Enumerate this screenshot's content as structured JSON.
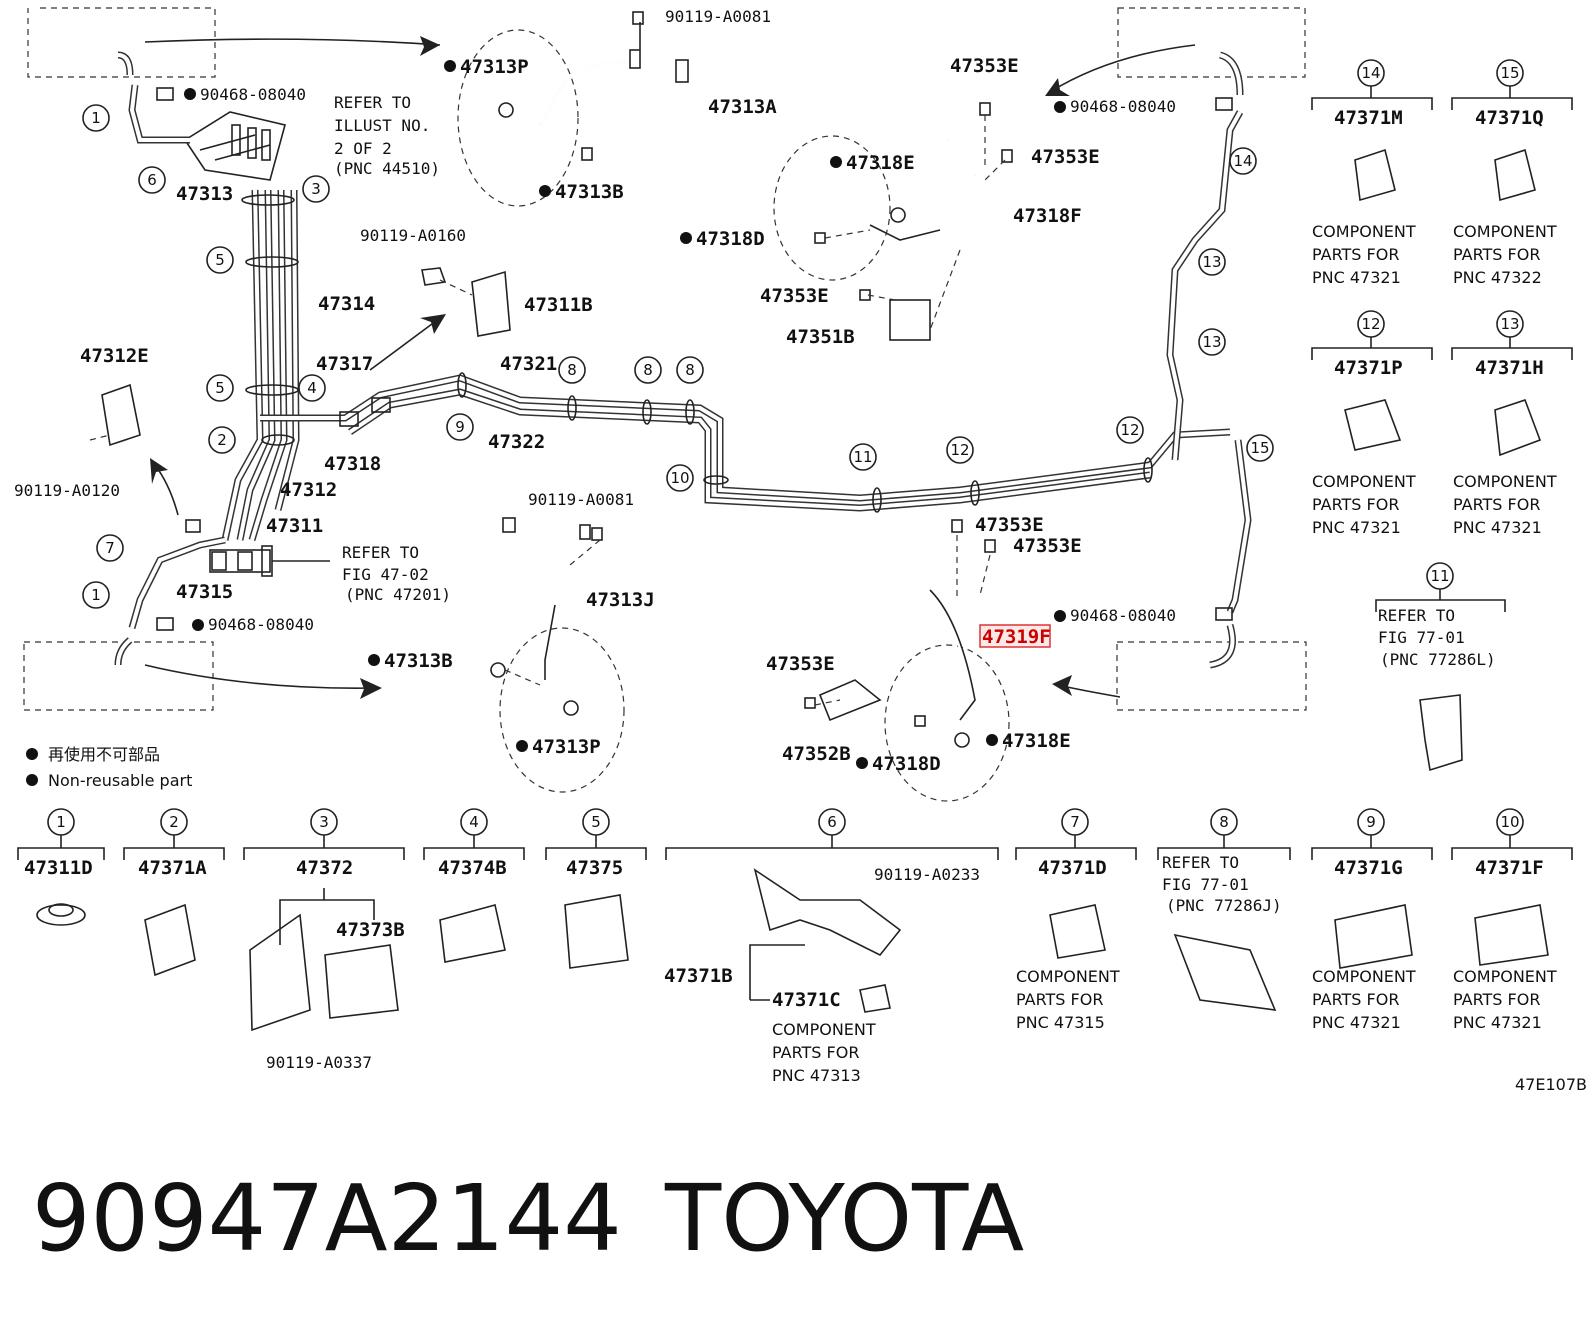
{
  "diagram": {
    "figure_code": "47E107B",
    "footer": {
      "part_number": "90947A2144",
      "brand": "TOYOTA"
    },
    "legend": {
      "jp": "再使用不可部品",
      "en": "Non-reusable part"
    },
    "labels": {
      "l90119A0081_top": "90119-A0081",
      "l47313P_top": "47313P",
      "l47313A": "47313A",
      "l47313B_top": "47313B",
      "l90468_tl": "90468-08040",
      "refer_44510_1": "REFER TO",
      "refer_44510_2": "ILLUST NO.",
      "refer_44510_3": "2 OF 2",
      "refer_44510_4": "(PNC 44510)",
      "l47313": "47313",
      "l90119A0160": "90119-A0160",
      "l47311B": "47311B",
      "l47314": "47314",
      "l47312E": "47312E",
      "l90119A0120": "90119-A0120",
      "l47317": "47317",
      "l47318": "47318",
      "l47312": "47312",
      "l47311": "47311",
      "l47315": "47315",
      "l47321": "47321",
      "l47322": "47322",
      "refer_47201_1": "REFER TO",
      "refer_47201_2": "FIG 47-02",
      "refer_47201_3": "(PNC 47201)",
      "l90468_bl": "90468-08040",
      "l47313B_bot": "47313B",
      "l47313P_bot": "47313P",
      "l90119A0081_mid": "90119-A0081",
      "l47313J": "47313J",
      "l47353E_top": "47353E",
      "l47353E_2": "47353E",
      "l47318E_top": "47318E",
      "l47318F": "47318F",
      "l47318D_top": "47318D",
      "l47353E_3": "47353E",
      "l47351B": "47351B",
      "l90468_tr": "90468-08040",
      "l47353E_4": "47353E",
      "l47353E_5": "47353E",
      "l47319F": "47319F",
      "l47353E_6": "47353E",
      "l47352B": "47352B",
      "l47318D_bot": "47318D",
      "l47318E_bot": "47318E",
      "l90468_br": "90468-08040"
    },
    "right_parts": [
      {
        "num": "14",
        "pnc": "47371M",
        "desc1": "COMPONENT",
        "desc2": "PARTS FOR",
        "desc3": "PNC 47321"
      },
      {
        "num": "15",
        "pnc": "47371Q",
        "desc1": "COMPONENT",
        "desc2": "PARTS FOR",
        "desc3": "PNC 47322"
      },
      {
        "num": "12",
        "pnc": "47371P",
        "desc1": "COMPONENT",
        "desc2": "PARTS FOR",
        "desc3": "PNC 47321"
      },
      {
        "num": "13",
        "pnc": "47371H",
        "desc1": "COMPONENT",
        "desc2": "PARTS FOR",
        "desc3": "PNC 47321"
      }
    ],
    "refer_77286L": {
      "num": "11",
      "line1": "REFER TO",
      "line2": "FIG 77-01",
      "line3": "(PNC 77286L)"
    },
    "bottom_parts": [
      {
        "num": "1",
        "pnc": "47311D"
      },
      {
        "num": "2",
        "pnc": "47371A"
      },
      {
        "num": "3",
        "pnc": "47372",
        "sub": "47373B",
        "bolt": "90119-A0337"
      },
      {
        "num": "4",
        "pnc": "47374B"
      },
      {
        "num": "5",
        "pnc": "47375"
      },
      {
        "num": "6",
        "bolt": "90119-A0233",
        "sub1": "47371B",
        "sub2": "47371C",
        "desc1": "COMPONENT",
        "desc2": "PARTS FOR",
        "desc3": "PNC 47313"
      },
      {
        "num": "7",
        "pnc": "47371D",
        "desc1": "COMPONENT",
        "desc2": "PARTS FOR",
        "desc3": "PNC 47315"
      },
      {
        "num": "8",
        "line1": "REFER TO",
        "line2": "FIG 77-01",
        "line3": "(PNC 77286J)"
      },
      {
        "num": "9",
        "pnc": "47371G",
        "desc1": "COMPONENT",
        "desc2": "PARTS FOR",
        "desc3": "PNC 47321"
      },
      {
        "num": "10",
        "pnc": "47371F",
        "desc1": "COMPONENT",
        "desc2": "PARTS FOR",
        "desc3": "PNC 47321"
      }
    ],
    "callouts": [
      "1",
      "6",
      "3",
      "5",
      "5",
      "4",
      "2",
      "7",
      "1",
      "8",
      "8",
      "8",
      "9",
      "10",
      "11",
      "12",
      "12",
      "13",
      "13",
      "14",
      "15"
    ]
  }
}
